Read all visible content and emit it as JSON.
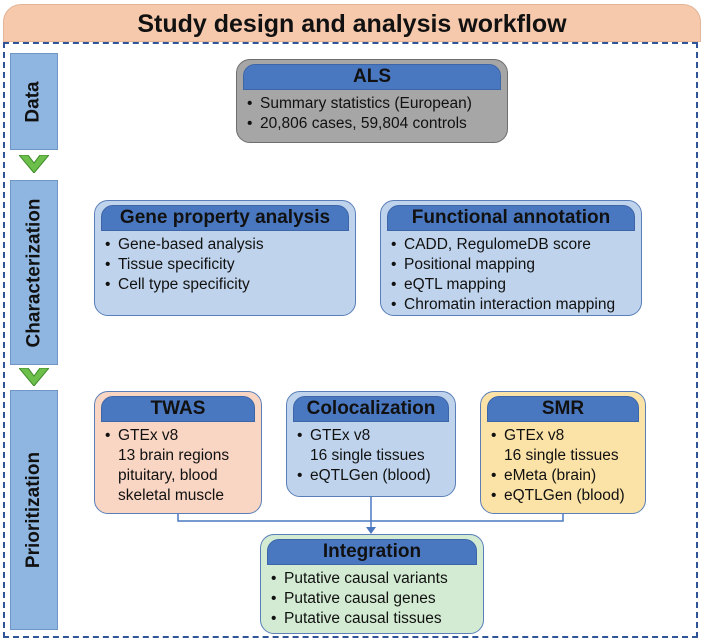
{
  "title": "Study design and analysis workflow",
  "sections": {
    "data": "Data",
    "characterization": "Characterization",
    "prioritization": "Prioritization"
  },
  "boxes": {
    "als": {
      "title": "ALS",
      "items": [
        "Summary statistics (European)",
        "20,806 cases, 59,804 controls"
      ]
    },
    "gene_property": {
      "title": "Gene property analysis",
      "items": [
        "Gene-based analysis",
        "Tissue specificity",
        "Cell type specificity"
      ]
    },
    "functional": {
      "title": "Functional annotation",
      "items": [
        "CADD, RegulomeDB score",
        "Positional mapping",
        "eQTL mapping",
        "Chromatin interaction mapping"
      ]
    },
    "twas": {
      "title": "TWAS",
      "items": [
        "GTEx v8",
        "13 brain regions",
        "pituitary, blood",
        "skeletal muscle"
      ]
    },
    "coloc": {
      "title": "Colocalization",
      "items": [
        "GTEx v8",
        "16 single tissues",
        "eQTLGen (blood)"
      ]
    },
    "smr": {
      "title": "SMR",
      "items": [
        "GTEx v8",
        "16 single tissues",
        "eMeta (brain)",
        "eQTLGen (blood)"
      ]
    },
    "integration": {
      "title": "Integration",
      "items": [
        "Putative causal variants",
        "Putative causal genes",
        "Putative causal tissues"
      ]
    }
  },
  "colors": {
    "header_blue": "#4a78c0",
    "side_blue": "#8fb6e0",
    "title_bg": "#f6c9ad",
    "chevron_green": "#6cbf4a",
    "frame_dash": "#2f5497"
  }
}
